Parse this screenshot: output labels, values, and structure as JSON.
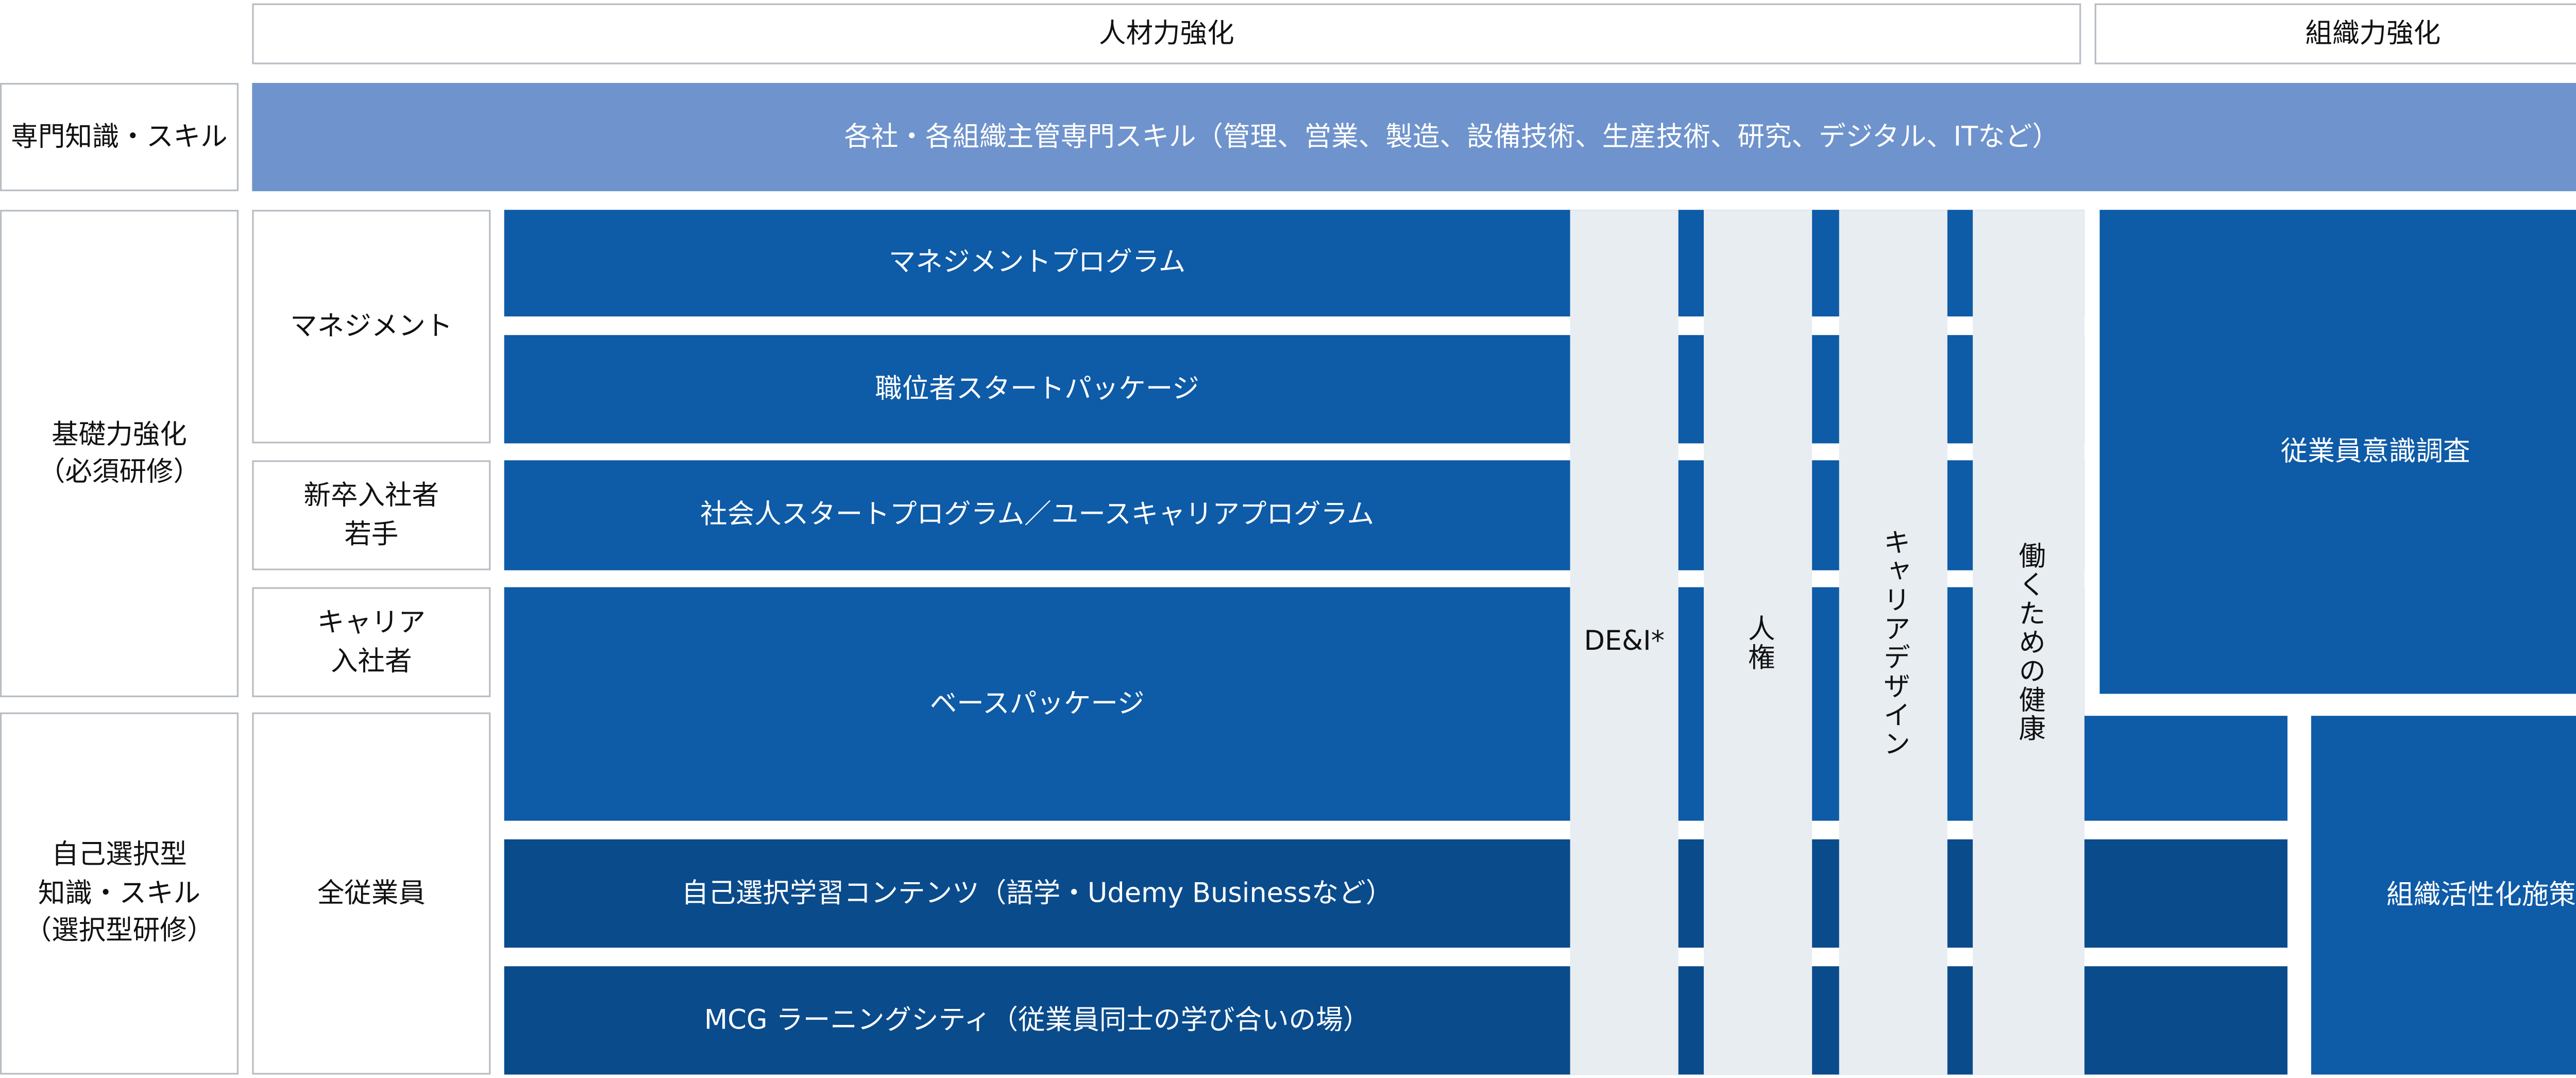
{
  "header": {
    "hr_label": "人材力強化",
    "org_label": "組織力強化"
  },
  "left": {
    "specialist": "専門知識・スキル",
    "basic_line1": "基礎力強化",
    "basic_line2": "（必須研修）",
    "selective_line1": "自己選択型",
    "selective_line2": "知識・スキル",
    "selective_line3": "（選択型研修）"
  },
  "second": {
    "management": "マネジメント",
    "newgrad_line1": "新卒入社者",
    "newgrad_line2": "若手",
    "career_line1": "キャリア",
    "career_line2": "入社者",
    "all_employees": "全従業員"
  },
  "banner": {
    "specialist_skills": "各社・各組織主管専門スキル（管理、営業、製造、設備技術、生産技術、研究、デジタル、ITなど）"
  },
  "programs": {
    "management_program": "マネジメントプログラム",
    "position_package": "職位者スタートパッケージ",
    "starter_program": "社会人スタートプログラム／ユースキャリアプログラム",
    "base_package": "ベースパッケージ",
    "self_learning": "自己選択学習コンテンツ（語学・Udemy Businessなど）",
    "mcg_city": "MCG ラーニングシティ（従業員同士の学び合いの場）"
  },
  "columns": {
    "dei": "DE&I*",
    "human_rights": "人権",
    "career_design": "キャリアデザイン",
    "health": "働くための健康"
  },
  "org": {
    "survey": "従業員意識調査",
    "activation": "組織活性化施策"
  },
  "colors": {
    "light_blue": "#6f93cc",
    "medium_blue": "#0e5ba7",
    "dark_blue": "#0a4b8c",
    "light_grey": "#e8edf1",
    "border_grey": "#b9bec4"
  }
}
